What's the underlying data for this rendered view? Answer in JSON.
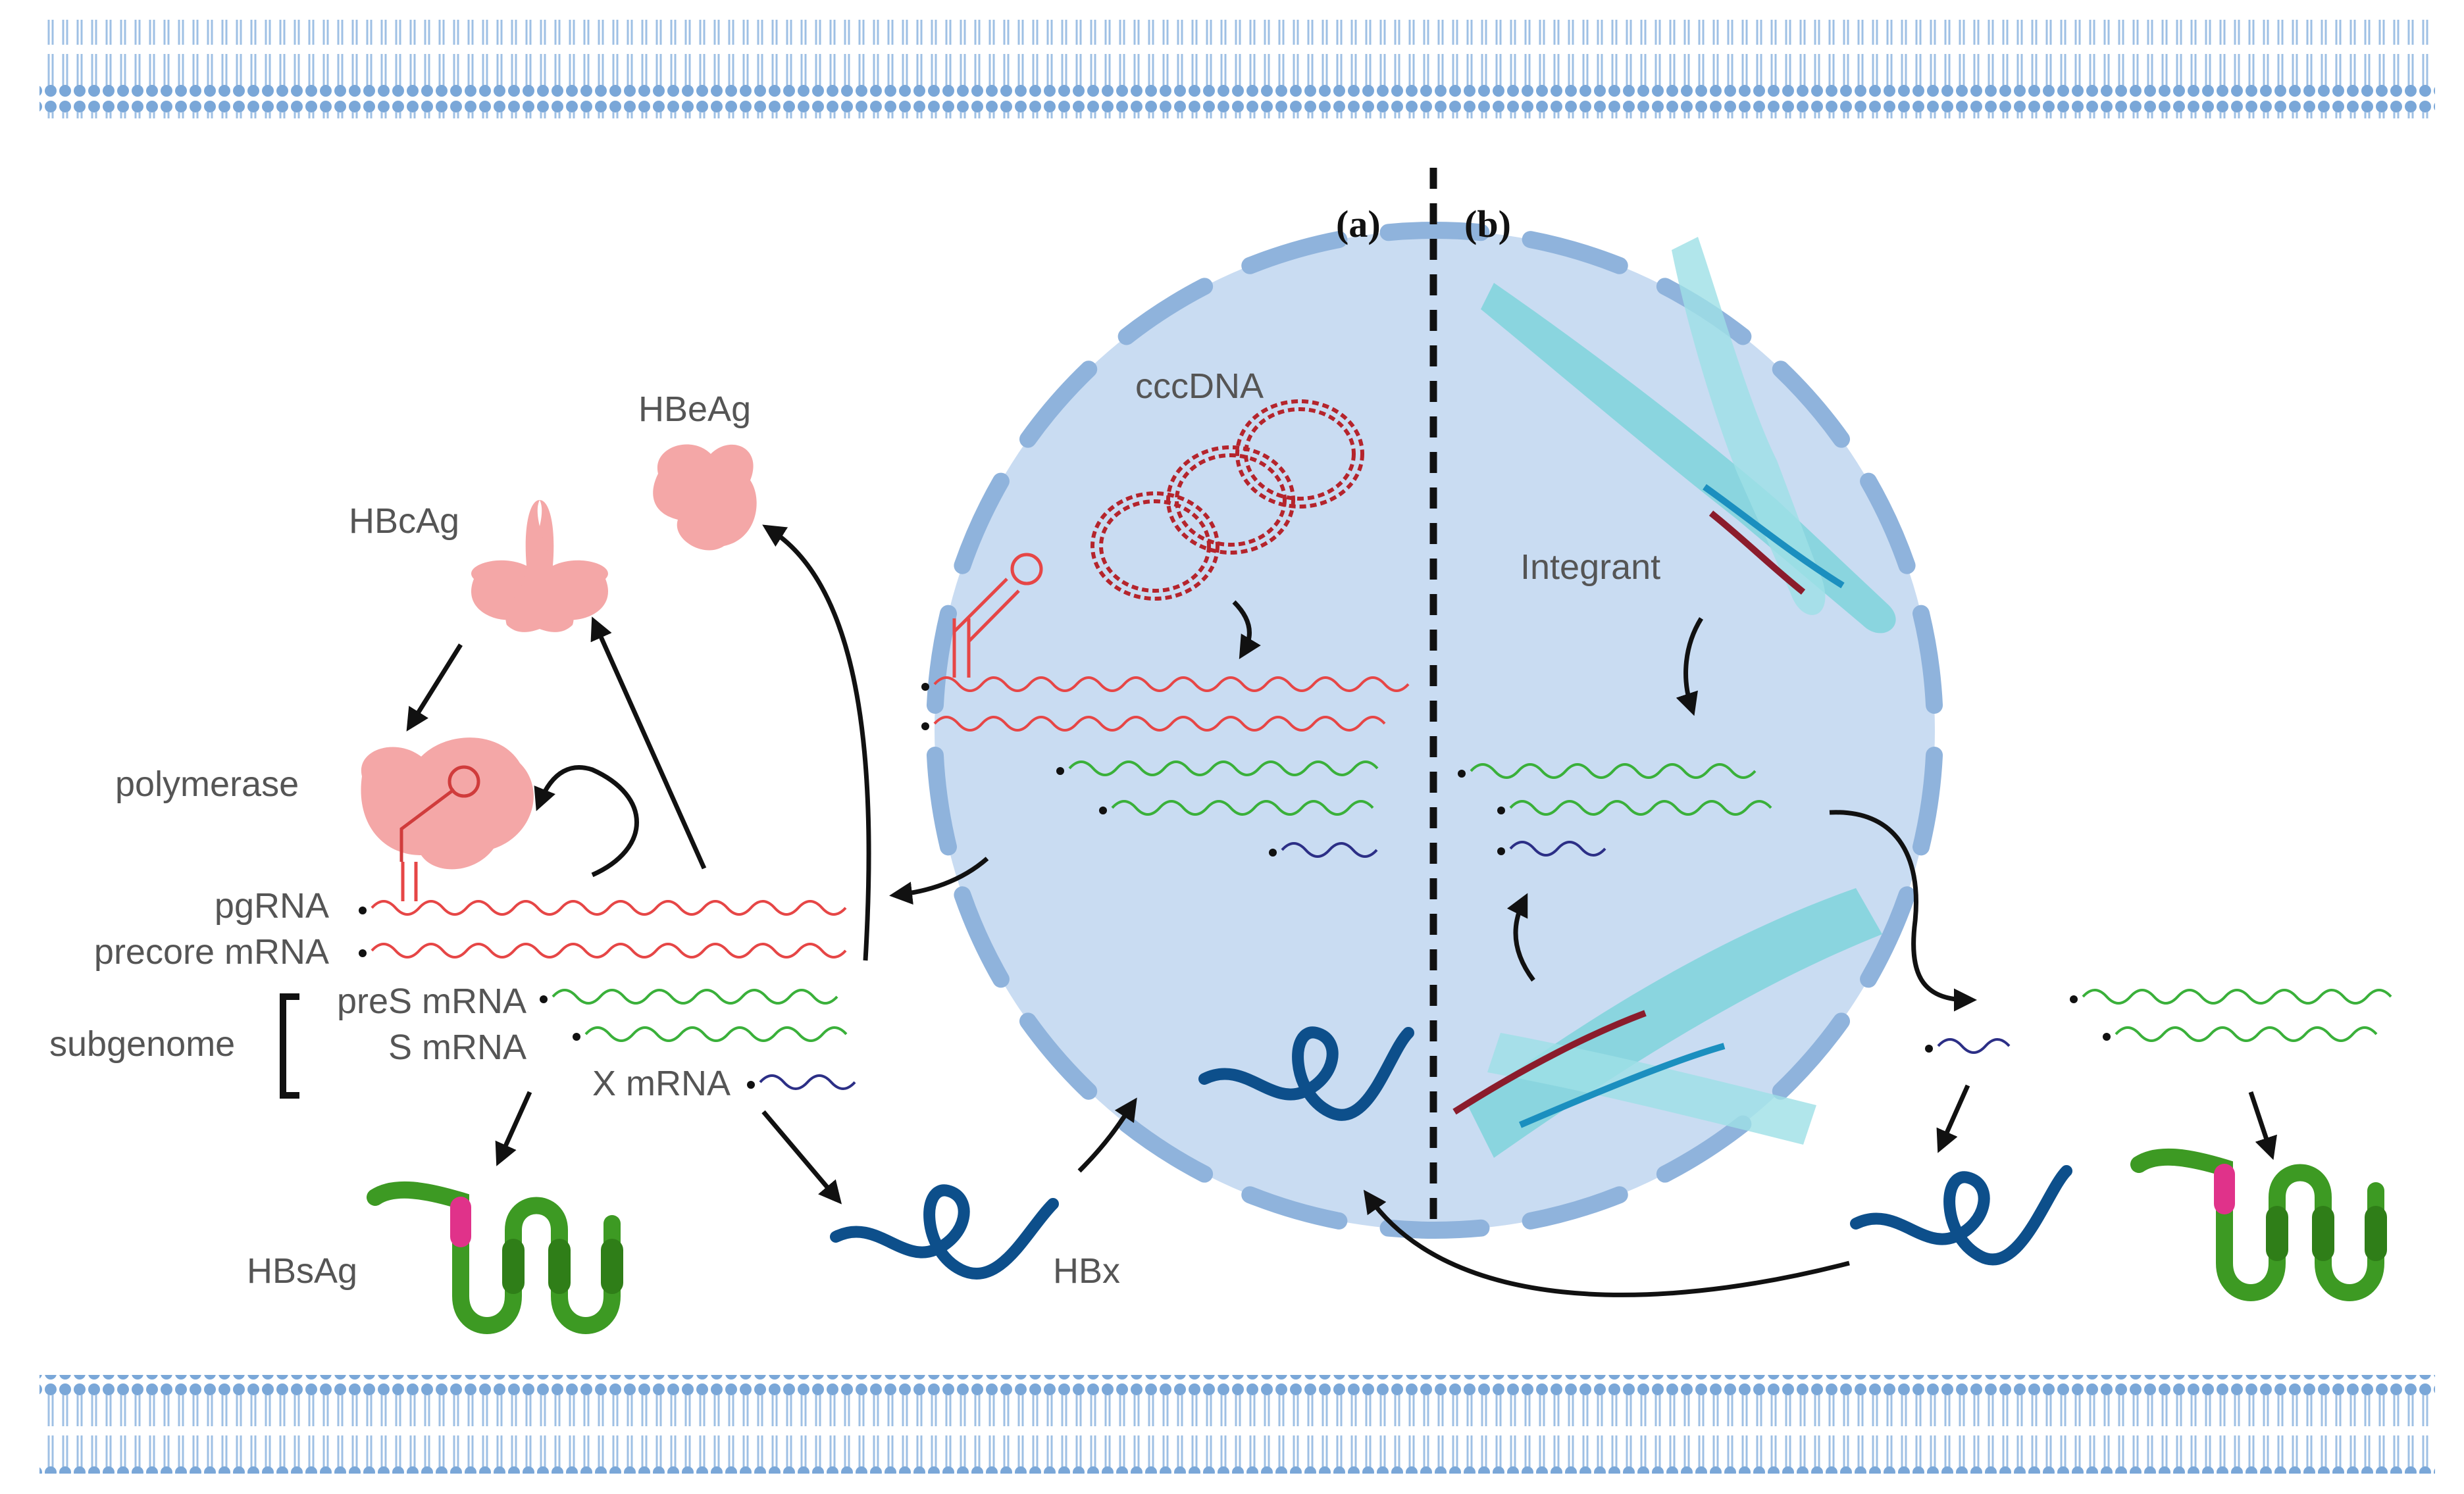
{
  "labels": {
    "hbeag": "HBeAg",
    "hbcag": "HBcAg",
    "polymerase": "polymerase",
    "pgrna": "pgRNA",
    "precore_mrna": "precore mRNA",
    "pres_mrna": "preS mRNA",
    "s_mrna": "S mRNA",
    "x_mrna": "X mRNA",
    "subgenome": "subgenome",
    "hbsag": "HBsAg",
    "hbx": "HBx",
    "cccdna": "cccDNA",
    "integrant": "Integrant",
    "panel_a": "(a)",
    "panel_b": "(b)"
  },
  "colors": {
    "membrane_blue": "#7aa7d8",
    "nucleus_fill": "#c9dcf2",
    "nuclear_envelope": "#8fb3dc",
    "rna_red": "#e64646",
    "cccdna_red": "#b5242c",
    "rna_green": "#3ab03a",
    "rna_navy": "#2c2f86",
    "hbx_blue": "#0d4f8b",
    "protein_pink": "#f4a7a7",
    "hbsag_green": "#3d9a23",
    "hbsag_magenta": "#e0328a",
    "chromosome_teal": "#7fd3dc",
    "arrow": "#111111"
  }
}
